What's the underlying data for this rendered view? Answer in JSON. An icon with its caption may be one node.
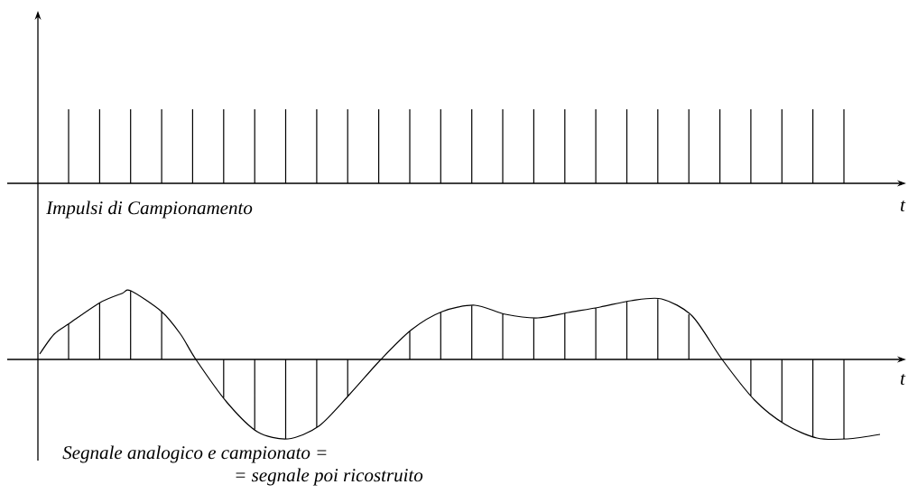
{
  "diagram": {
    "labels": [
      "Impulsi di Campionamento",
      "t",
      "t",
      "Segnale analogico e campionato =",
      "= segnale poi ricostruito"
    ]
  }
}
